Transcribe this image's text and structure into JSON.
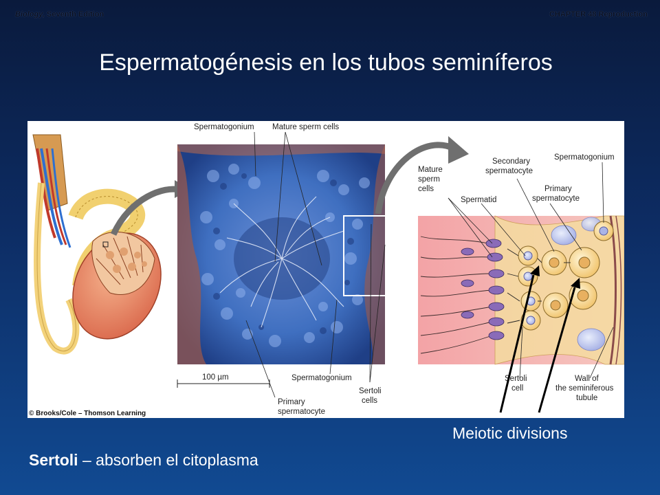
{
  "header": {
    "book_italic": "Biology,",
    "book_rest": " Seventh Edition",
    "chapter": "CHAPTER 48 Reproduction"
  },
  "title": "Espermatogénesis en los tubos seminíferos",
  "figure": {
    "labels": {
      "spermatogonium_top": "Spermatogonium",
      "mature_sperm_top": "Mature sperm cells",
      "scale_bar": "100 µm",
      "spermatogonium_bottom": "Spermatogonium",
      "primary_spermatocyte_l1": "Primary",
      "primary_spermatocyte_l2": "spermatocyte",
      "sertoli_cells_l1": "Sertoli",
      "sertoli_cells_l2": "cells",
      "mature_sperm_r_l1": "Mature",
      "mature_sperm_r_l2": "sperm",
      "mature_sperm_r_l3": "cells",
      "secondary_spermatocyte_l1": "Secondary",
      "secondary_spermatocyte_l2": "spermatocyte",
      "spermatogonium_right": "Spermatogonium",
      "primary_spermatocyte_r_l1": "Primary",
      "primary_spermatocyte_r_l2": "spermatocyte",
      "spermatid": "Spermatid",
      "sertoli_cell_l1": "Sertoli",
      "sertoli_cell_l2": "cell",
      "wall_l1": "Wall of",
      "wall_l2": "the seminiferous",
      "wall_l3": "tubule",
      "credit": "© Brooks/Cole – Thomson Learning"
    }
  },
  "meiotic_label": "Meiotic divisions",
  "sertoli_note": {
    "bold": "Sertoli",
    "rest": " – absorben el citoplasma"
  },
  "colors": {
    "background_top": "#0a1a3c",
    "background_bottom": "#114a92",
    "micrograph_blue": "#3f6fc0",
    "tissue_pink": "#f08a8a"
  }
}
